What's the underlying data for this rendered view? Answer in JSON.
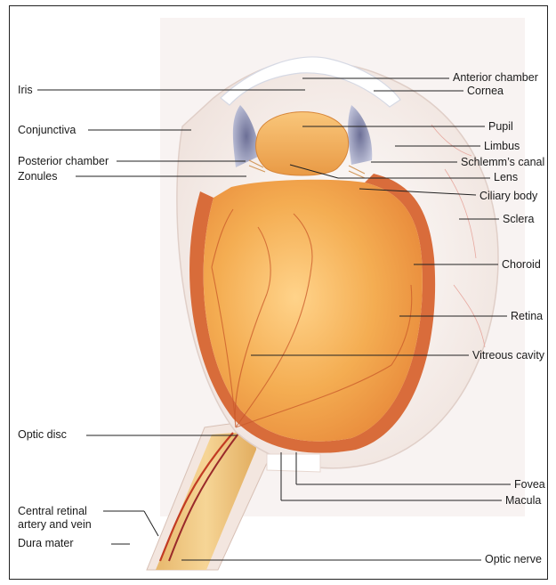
{
  "labels_left": {
    "iris": "Iris",
    "conjunctiva": "Conjunctiva",
    "posterior_chamber": "Posterior chamber",
    "zonules": "Zonules",
    "optic_disc": "Optic disc",
    "central_retinal": "Central retinal artery and vein",
    "dura_mater": "Dura mater"
  },
  "labels_right": {
    "anterior_chamber": "Anterior chamber",
    "cornea": "Cornea",
    "pupil": "Pupil",
    "limbus": "Limbus",
    "schlemms_canal": "Schlemm’s canal",
    "lens": "Lens",
    "ciliary_body": "Ciliary body",
    "sclera": "Sclera",
    "choroid": "Choroid",
    "retina": "Retina",
    "vitreous_cavity": "Vitreous cavity",
    "fovea": "Fovea",
    "macula": "Macula",
    "optic_nerve": "Optic nerve"
  },
  "colors": {
    "sclera": "#f6ece8",
    "vitreous": "#f2a64a",
    "vitreous_light": "#ffd084",
    "choroid": "#d9642c",
    "iris": "#8f93b5",
    "lens": "#f7b55d",
    "nerve": "#f0c77a",
    "leader": "#222222"
  }
}
